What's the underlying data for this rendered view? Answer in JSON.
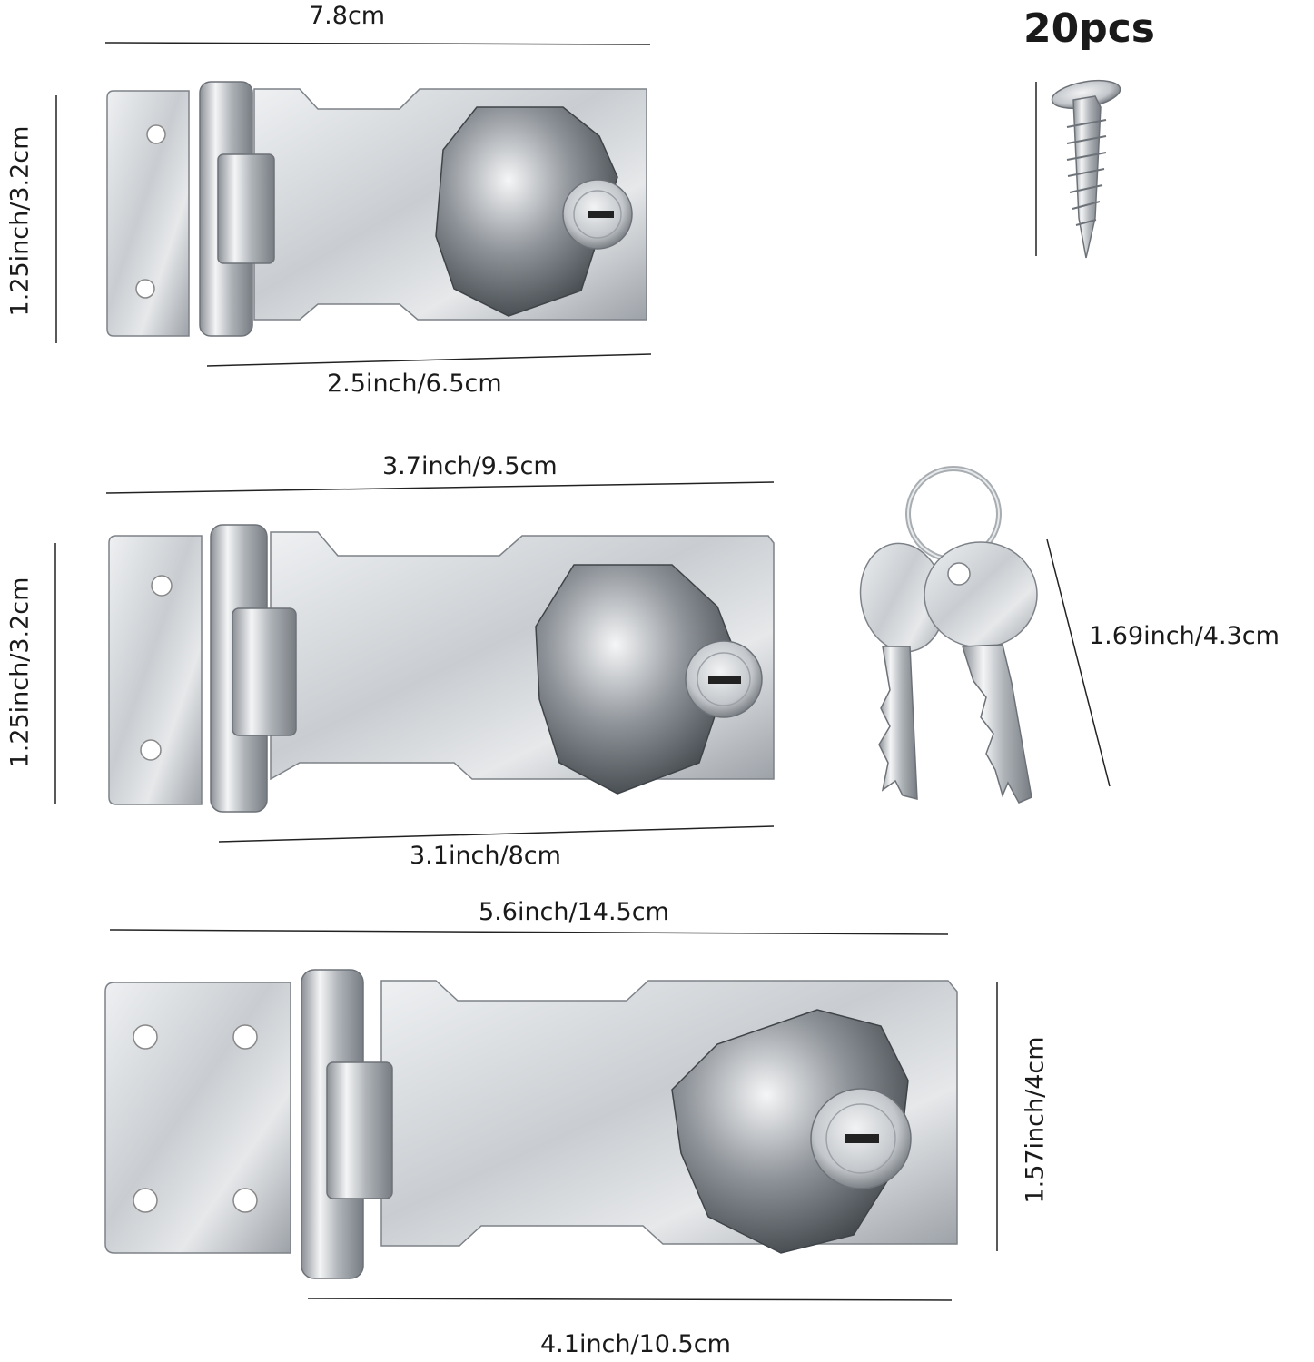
{
  "dimensions": {
    "small_width_top": "7.8cm",
    "small_height": "1.25inch/3.2cm",
    "small_width_bottom": "2.5inch/6.5cm",
    "medium_width_top": "3.7inch/9.5cm",
    "medium_height": "1.25inch/3.2cm",
    "medium_width_bottom": "3.1inch/8cm",
    "large_width_top": "5.6inch/14.5cm",
    "large_height": "1.57inch/4cm",
    "large_width_bottom": "4.1inch/10.5cm",
    "key_length": "1.69inch/4.3cm"
  },
  "screw_count": "20pcs",
  "colors": {
    "background": "#ffffff",
    "line": "#222222",
    "metal_light": "#e4e6e9",
    "metal_mid": "#b7bbc0",
    "metal_dark": "#6d7278"
  }
}
